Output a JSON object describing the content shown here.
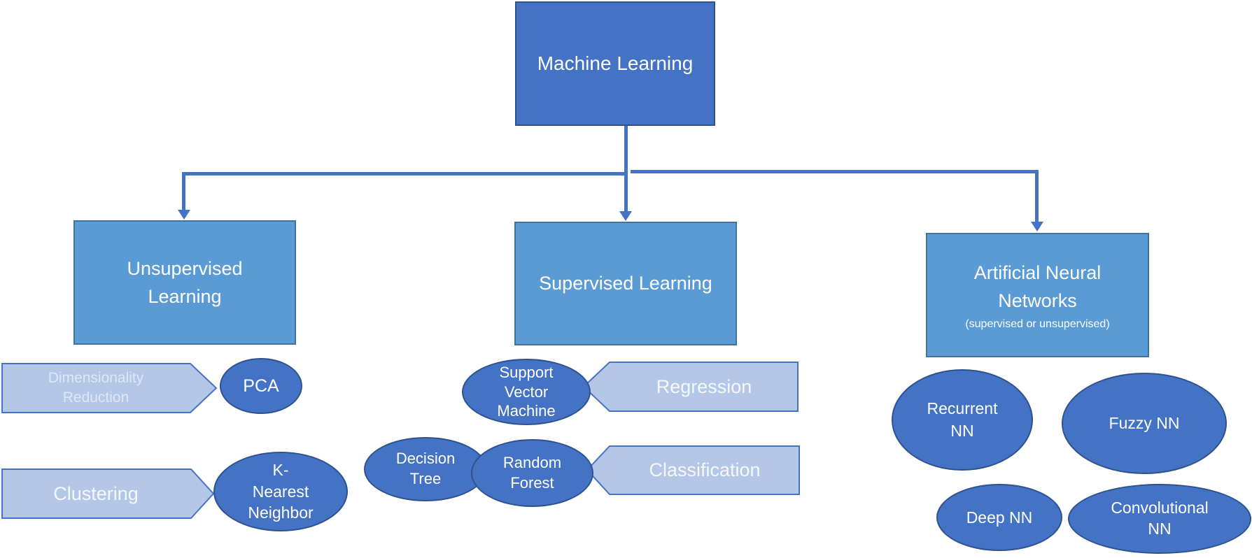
{
  "root": {
    "label": "Machine Learning"
  },
  "branches": {
    "unsupervised": {
      "label": "Unsupervised\nLearning"
    },
    "supervised": {
      "label": "Supervised Learning"
    },
    "ann": {
      "label": "Artificial Neural\nNetworks",
      "sublabel": "(supervised or unsupervised)"
    }
  },
  "nodes": {
    "dimensionality_reduction": {
      "label": "Dimensionality\nReduction",
      "shape": "arrow-right-banner"
    },
    "pca": {
      "label": "PCA",
      "shape": "ellipse"
    },
    "clustering": {
      "label": "Clustering",
      "shape": "arrow-right-banner"
    },
    "knn": {
      "label": "K-\nNearest\nNeighbor",
      "shape": "ellipse"
    },
    "svm": {
      "label": "Support\nVector\nMachine",
      "shape": "ellipse"
    },
    "regression": {
      "label": "Regression",
      "shape": "arrow-left-banner"
    },
    "decision_tree": {
      "label": "Decision\nTree",
      "shape": "ellipse"
    },
    "random_forest": {
      "label": "Random\nForest",
      "shape": "ellipse"
    },
    "classification": {
      "label": "Classification",
      "shape": "arrow-left-banner"
    },
    "recurrent_nn": {
      "label": "Recurrent\nNN",
      "shape": "ellipse"
    },
    "fuzzy_nn": {
      "label": "Fuzzy NN",
      "shape": "ellipse"
    },
    "deep_nn": {
      "label": "Deep NN",
      "shape": "ellipse"
    },
    "convolutional_nn": {
      "label": "Convolutional\nNN",
      "shape": "ellipse"
    }
  },
  "colors": {
    "node_dark_fill": "#4472C4",
    "node_dark_border": "#2F528F",
    "node_medium_fill": "#5B9BD5",
    "node_medium_border": "#41719C",
    "node_light_fill": "#B4C7E7",
    "node_light_border": "#4472C4",
    "connector": "#4472C4",
    "text": "#FFFFFF"
  }
}
